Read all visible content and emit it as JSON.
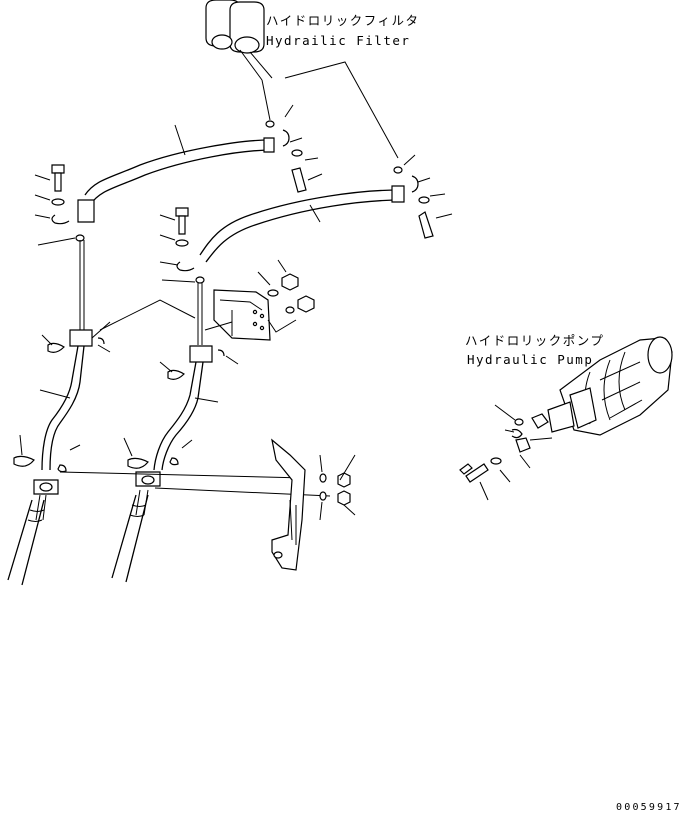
{
  "labels": {
    "filter_jp": "ハイドロリックフィルタ",
    "filter_en": "Hydrailic Filter",
    "pump_jp": "ハイドロリックポンプ",
    "pump_en": "Hydraulic Pump"
  },
  "drawing_number": "00059917"
}
